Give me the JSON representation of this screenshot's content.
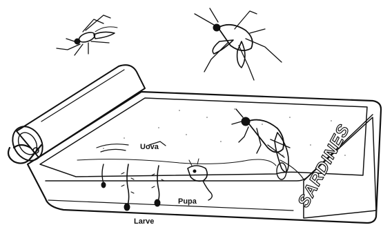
{
  "labels": {
    "eggs": "Uova",
    "pupa": "Pupa",
    "larvae": "Larve",
    "can_brand": "SARDINES"
  },
  "icons": {
    "adult_mosquitoes": [
      "mosquito-icon",
      "mosquito-icon",
      "mosquito-icon"
    ],
    "tin_key": "can-key-icon",
    "larvae": "larva-icon",
    "pupa": "pupa-icon"
  },
  "colors": {
    "ink": "#111111",
    "paper": "#ffffff",
    "water": "#f2f2f2"
  }
}
